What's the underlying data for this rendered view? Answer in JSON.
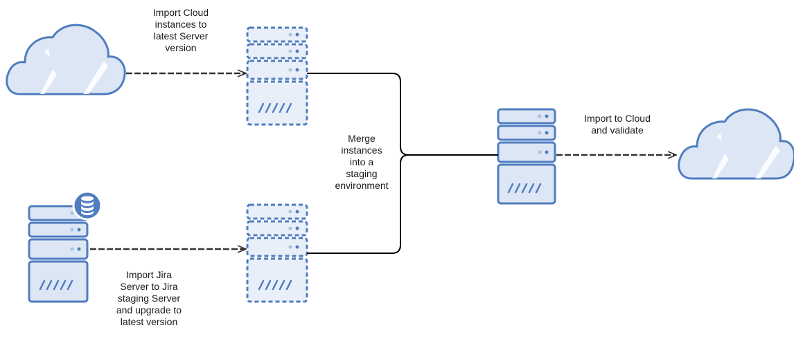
{
  "colors": {
    "stroke": "#4f7dbf",
    "fill": "#dce6f4",
    "fill_light": "#e9eff8",
    "line": "#000000",
    "arrow": "#333333"
  },
  "icons": {
    "cloud": "cloud-icon",
    "server": "server-icon",
    "database": "database-icon"
  },
  "labels": {
    "import_cloud": [
      "Import Cloud",
      "instances to",
      "latest Server",
      "version"
    ],
    "import_jira": [
      "Import Jira",
      "Server to Jira",
      "staging Server",
      "and upgrade to",
      "latest version"
    ],
    "merge": [
      "Merge",
      "instances",
      "into a",
      "staging",
      "environment"
    ],
    "import_to_cloud": [
      "Import to Cloud",
      "and validate"
    ]
  }
}
